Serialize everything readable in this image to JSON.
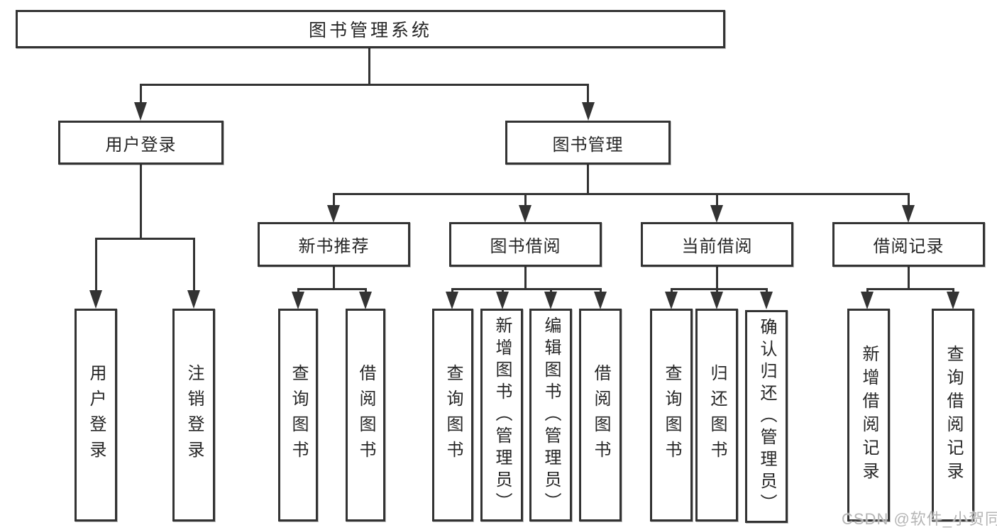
{
  "diagram": {
    "root": {
      "label": "图书管理系统"
    },
    "level2": {
      "user_login": {
        "label": "用户登录"
      },
      "book_manage": {
        "label": "图书管理"
      }
    },
    "level3": {
      "new_book": {
        "label": "新书推荐"
      },
      "book_borrow": {
        "label": "图书借阅"
      },
      "current_borrow": {
        "label": "当前借阅"
      },
      "borrow_records": {
        "label": "借阅记录"
      }
    },
    "leaves": {
      "user_login_leaf": {
        "label": "用户登录"
      },
      "logout_leaf": {
        "label": "注销登录"
      },
      "nb_query": {
        "label": "查询图书"
      },
      "nb_borrow": {
        "label": "借阅图书"
      },
      "bb_query": {
        "label": "查询图书"
      },
      "bb_add": {
        "label": "新增图书（管理员）"
      },
      "bb_edit": {
        "label": "编辑图书（管理员）"
      },
      "bb_borrow": {
        "label": "借阅图书"
      },
      "cb_query": {
        "label": "查询图书"
      },
      "cb_return": {
        "label": "归还图书"
      },
      "cb_confirm": {
        "label": "确认归还（管理员）"
      },
      "br_add": {
        "label": "新增借阅记录"
      },
      "br_query": {
        "label": "查询借阅记录"
      }
    }
  },
  "watermark": {
    "text": "CSDN @软件_小贺同学"
  },
  "colors": {
    "line": "#333333",
    "text": "#262626",
    "background": "#ffffff",
    "watermark": "#b5b5b5"
  }
}
